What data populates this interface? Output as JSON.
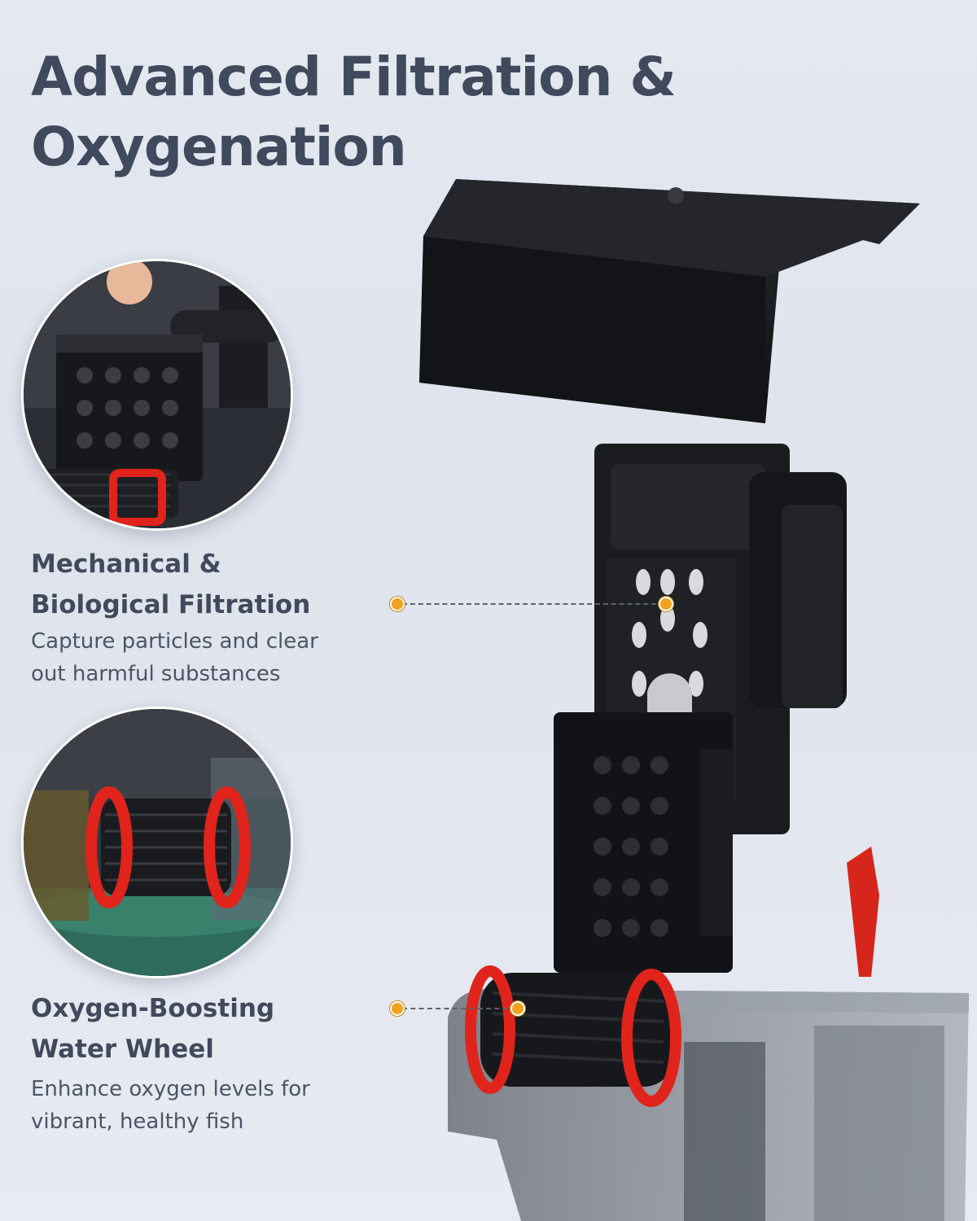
{
  "title": {
    "line1": "Advanced Filtration &",
    "line2": "Oxygenation"
  },
  "features": [
    {
      "heading_line1": "Mechanical &",
      "heading_line2": "Biological Filtration",
      "desc_line1": "Capture particles and clear",
      "desc_line2": "out harmful substances"
    },
    {
      "heading_line1": "Oxygen-Boosting",
      "heading_line2": "Water Wheel",
      "desc_line1": "Enhance oxygen levels for",
      "desc_line2": "vibrant, healthy fish"
    }
  ],
  "colors": {
    "heading": "#414a5c",
    "accent_dot": "#f2a21f",
    "wheel_red": "#e0241b",
    "product_black": "#1b1c20"
  }
}
